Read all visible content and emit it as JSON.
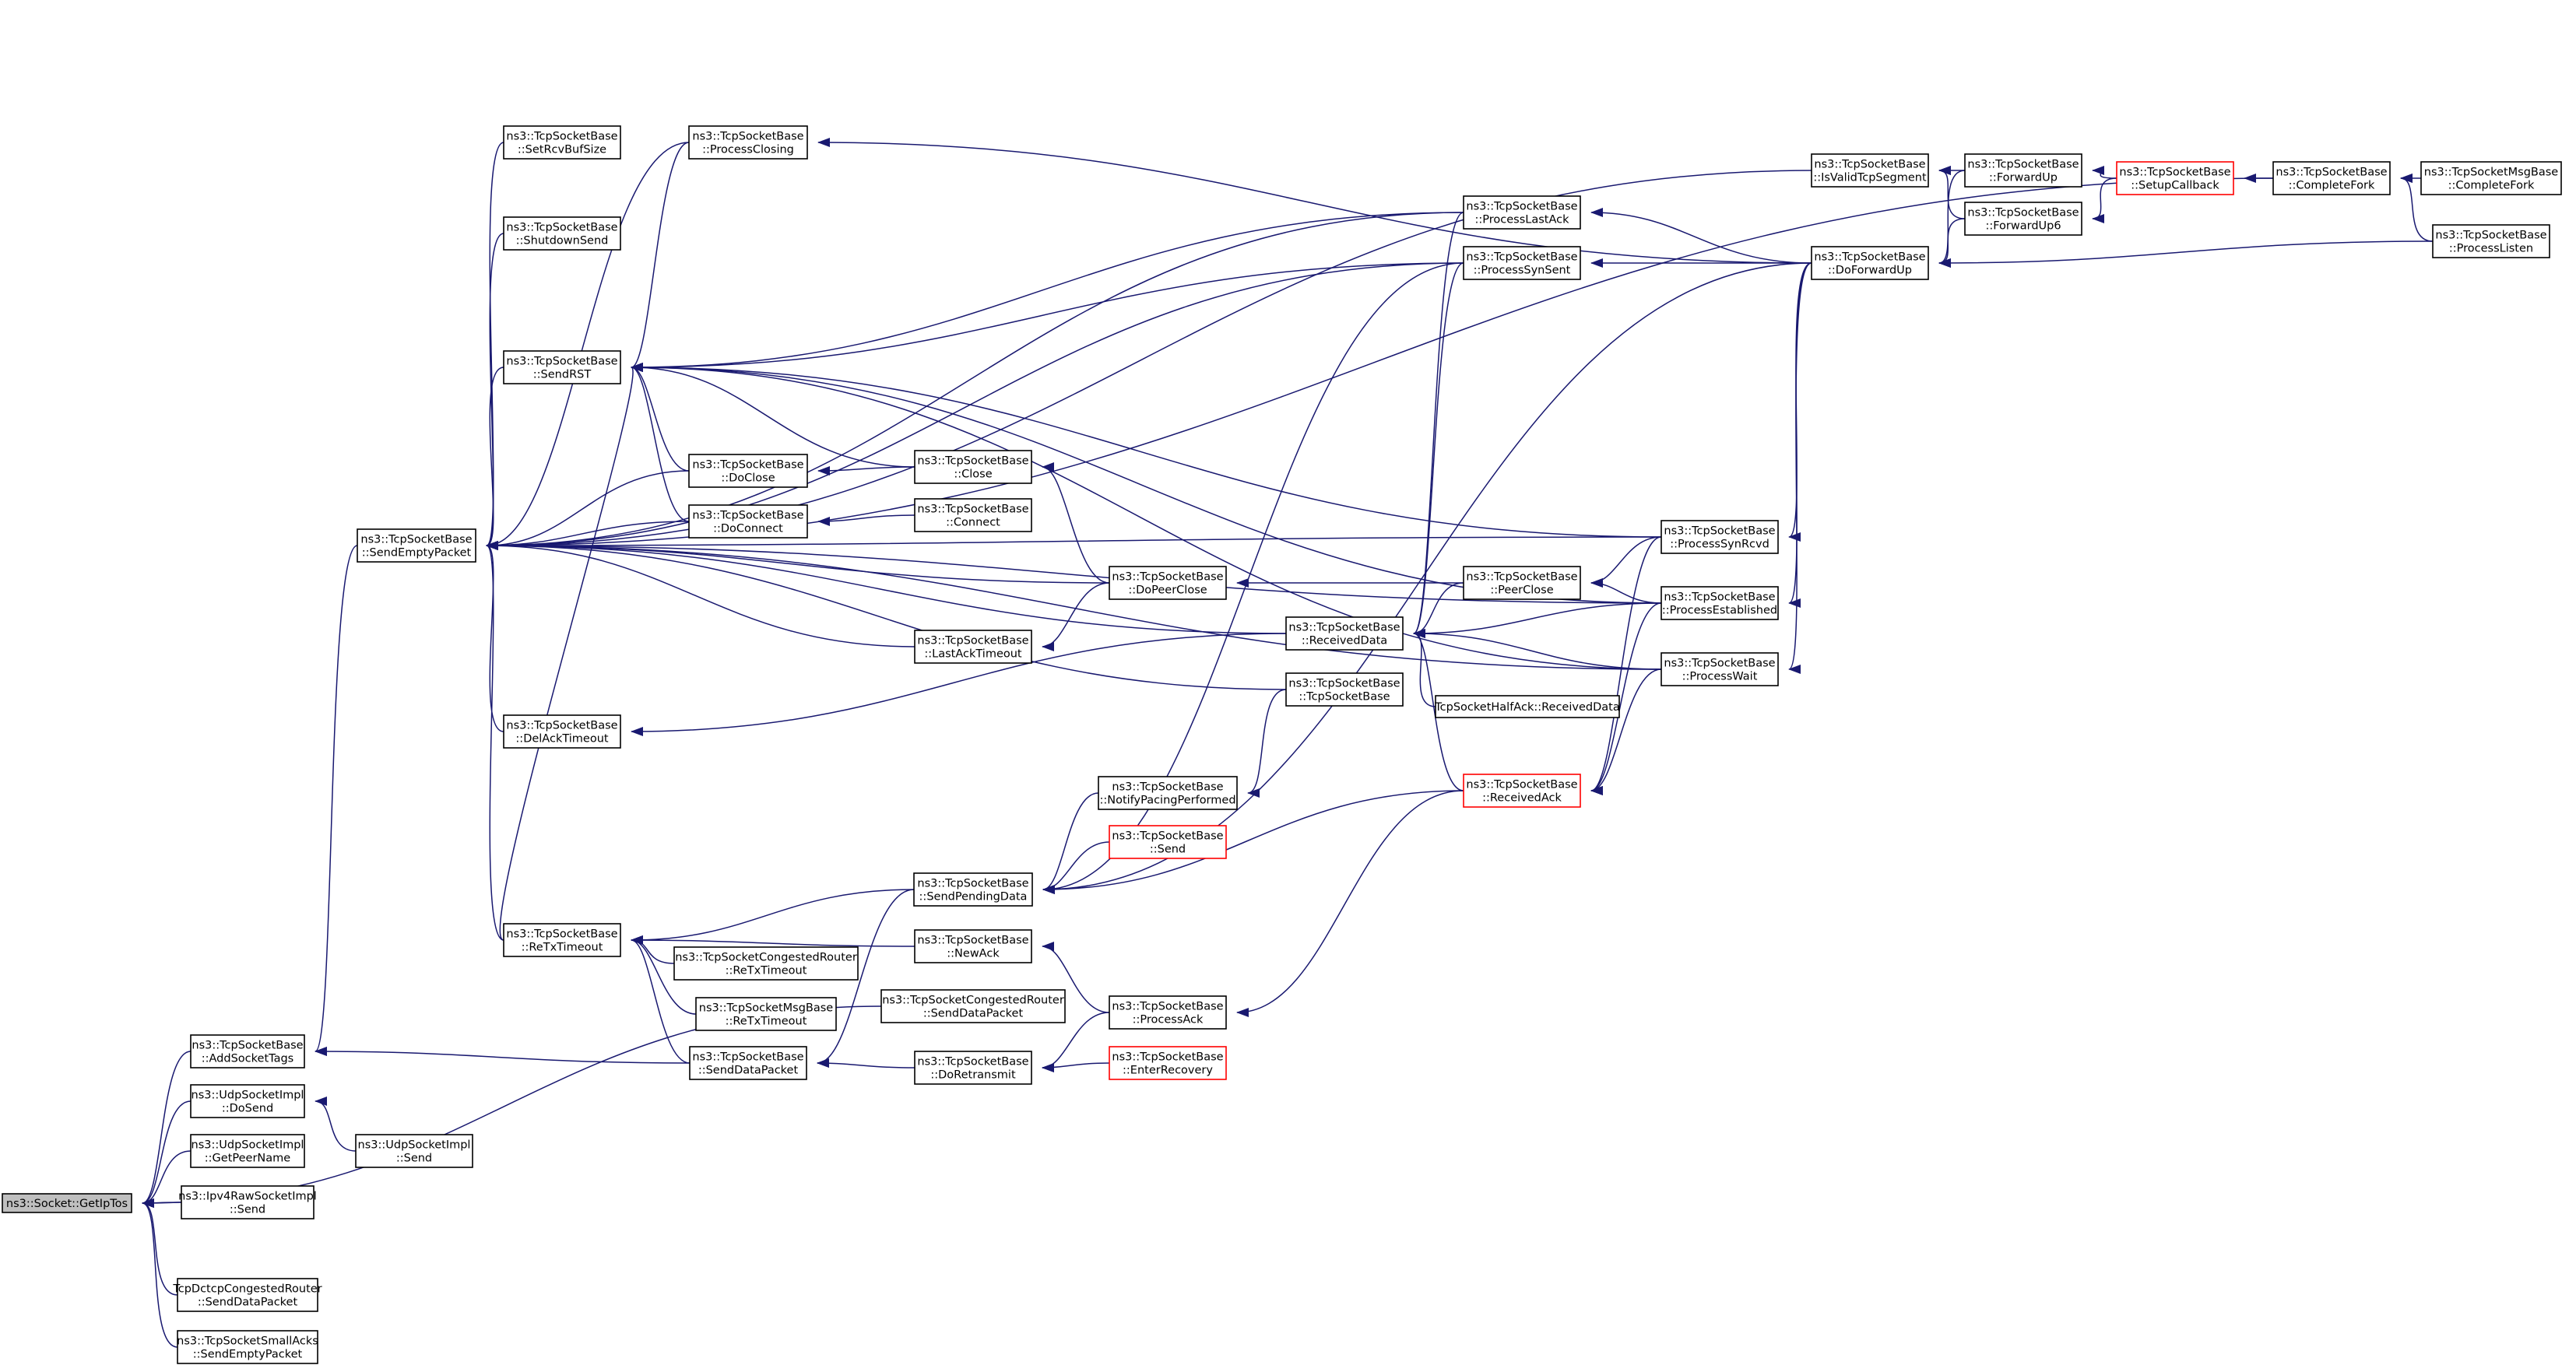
{
  "title": "ns3::Socket::GetIpTos caller graph",
  "colors": {
    "edge": "#191970",
    "root_fill": "#bfbfbf",
    "truncated_border": "#ff0000",
    "node_border": "#000000"
  },
  "nodes": [
    {
      "id": "n1",
      "lines": [
        "ns3::Socket::GetIpTos"
      ],
      "root": true
    },
    {
      "id": "n2",
      "lines": [
        "ns3::TcpSocketBase",
        "::AddSocketTags"
      ]
    },
    {
      "id": "n3",
      "lines": [
        "ns3::UdpSocketImpl",
        "::DoSend"
      ]
    },
    {
      "id": "n4",
      "lines": [
        "ns3::UdpSocketImpl",
        "::GetPeerName"
      ]
    },
    {
      "id": "n5",
      "lines": [
        "ns3::Ipv4RawSocketImpl",
        "::Send"
      ]
    },
    {
      "id": "n6",
      "lines": [
        "TcpDctcpCongestedRouter",
        "::SendDataPacket"
      ]
    },
    {
      "id": "n7",
      "lines": [
        "ns3::TcpSocketSmallAcks",
        "::SendEmptyPacket"
      ]
    },
    {
      "id": "n8",
      "lines": [
        "ns3::TcpSocketBase",
        "::SendEmptyPacket"
      ]
    },
    {
      "id": "n9",
      "lines": [
        "ns3::UdpSocketImpl",
        "::Send"
      ]
    },
    {
      "id": "n10",
      "lines": [
        "ns3::TcpSocketBase",
        "::SetRcvBufSize"
      ]
    },
    {
      "id": "n11",
      "lines": [
        "ns3::TcpSocketBase",
        "::ShutdownSend"
      ]
    },
    {
      "id": "n12",
      "lines": [
        "ns3::TcpSocketBase",
        "::SendRST"
      ]
    },
    {
      "id": "n13",
      "lines": [
        "ns3::TcpSocketBase",
        "::DelAckTimeout"
      ]
    },
    {
      "id": "n14",
      "lines": [
        "ns3::TcpSocketBase",
        "::ReTxTimeout"
      ]
    },
    {
      "id": "n15",
      "lines": [
        "ns3::TcpSocketBase",
        "::ProcessClosing"
      ]
    },
    {
      "id": "n16",
      "lines": [
        "ns3::TcpSocketBase",
        "::DoClose"
      ]
    },
    {
      "id": "n17",
      "lines": [
        "ns3::TcpSocketBase",
        "::DoConnect"
      ]
    },
    {
      "id": "n18",
      "lines": [
        "ns3::TcpSocketCongestedRouter",
        "::ReTxTimeout"
      ]
    },
    {
      "id": "n19",
      "lines": [
        "ns3::TcpSocketMsgBase",
        "::ReTxTimeout"
      ]
    },
    {
      "id": "n20",
      "lines": [
        "ns3::TcpSocketBase",
        "::SendDataPacket"
      ]
    },
    {
      "id": "n21",
      "lines": [
        "ns3::TcpSocketBase",
        "::Close"
      ]
    },
    {
      "id": "n22",
      "lines": [
        "ns3::TcpSocketBase",
        "::Connect"
      ]
    },
    {
      "id": "n23",
      "lines": [
        "ns3::TcpSocketBase",
        "::LastAckTimeout"
      ]
    },
    {
      "id": "n24",
      "lines": [
        "ns3::TcpSocketBase",
        "::SendPendingData"
      ]
    },
    {
      "id": "n25",
      "lines": [
        "ns3::TcpSocketBase",
        "::NewAck"
      ]
    },
    {
      "id": "n26",
      "lines": [
        "ns3::TcpSocketCongestedRouter",
        "::SendDataPacket"
      ]
    },
    {
      "id": "n27",
      "lines": [
        "ns3::TcpSocketBase",
        "::DoRetransmit"
      ]
    },
    {
      "id": "n28",
      "lines": [
        "ns3::TcpSocketBase",
        "::DoPeerClose"
      ]
    },
    {
      "id": "n29",
      "lines": [
        "ns3::TcpSocketBase",
        "::NotifyPacingPerformed"
      ]
    },
    {
      "id": "n30",
      "lines": [
        "ns3::TcpSocketBase",
        "::Send"
      ],
      "truncated": true
    },
    {
      "id": "n31",
      "lines": [
        "ns3::TcpSocketBase",
        "::ProcessAck"
      ]
    },
    {
      "id": "n32",
      "lines": [
        "ns3::TcpSocketBase",
        "::EnterRecovery"
      ],
      "truncated": true
    },
    {
      "id": "n33",
      "lines": [
        "ns3::TcpSocketBase",
        "::ReceivedData"
      ]
    },
    {
      "id": "n34",
      "lines": [
        "ns3::TcpSocketBase",
        "::TcpSocketBase"
      ]
    },
    {
      "id": "n35",
      "lines": [
        "ns3::TcpSocketBase",
        "::ProcessLastAck"
      ]
    },
    {
      "id": "n36",
      "lines": [
        "ns3::TcpSocketBase",
        "::ProcessSynSent"
      ]
    },
    {
      "id": "n37",
      "lines": [
        "ns3::TcpSocketBase",
        "::PeerClose"
      ]
    },
    {
      "id": "n38",
      "lines": [
        "TcpSocketHalfAck::ReceivedData"
      ]
    },
    {
      "id": "n39",
      "lines": [
        "ns3::TcpSocketBase",
        "::ReceivedAck"
      ],
      "truncated": true
    },
    {
      "id": "n40",
      "lines": [
        "ns3::TcpSocketBase",
        "::ProcessSynRcvd"
      ]
    },
    {
      "id": "n41",
      "lines": [
        "ns3::TcpSocketBase",
        "::ProcessEstablished"
      ]
    },
    {
      "id": "n42",
      "lines": [
        "ns3::TcpSocketBase",
        "::ProcessWait"
      ]
    },
    {
      "id": "n43",
      "lines": [
        "ns3::TcpSocketBase",
        "::IsValidTcpSegment"
      ]
    },
    {
      "id": "n44",
      "lines": [
        "ns3::TcpSocketBase",
        "::DoForwardUp"
      ]
    },
    {
      "id": "n45",
      "lines": [
        "ns3::TcpSocketBase",
        "::ForwardUp"
      ]
    },
    {
      "id": "n46",
      "lines": [
        "ns3::TcpSocketBase",
        "::ForwardUp6"
      ]
    },
    {
      "id": "n47",
      "lines": [
        "ns3::TcpSocketBase",
        "::SetupCallback"
      ],
      "truncated": true
    },
    {
      "id": "n48",
      "lines": [
        "ns3::TcpSocketBase",
        "::CompleteFork"
      ]
    },
    {
      "id": "n49",
      "lines": [
        "ns3::TcpSocketMsgBase",
        "::CompleteFork"
      ]
    },
    {
      "id": "n50",
      "lines": [
        "ns3::TcpSocketBase",
        "::ProcessListen"
      ]
    }
  ],
  "edges": [
    [
      "n1",
      "n2"
    ],
    [
      "n1",
      "n3"
    ],
    [
      "n1",
      "n4"
    ],
    [
      "n1",
      "n5"
    ],
    [
      "n1",
      "n6"
    ],
    [
      "n1",
      "n7"
    ],
    [
      "n1",
      "n26"
    ],
    [
      "n2",
      "n8"
    ],
    [
      "n2",
      "n20"
    ],
    [
      "n3",
      "n9"
    ],
    [
      "n8",
      "n10"
    ],
    [
      "n8",
      "n11"
    ],
    [
      "n8",
      "n12"
    ],
    [
      "n8",
      "n13"
    ],
    [
      "n8",
      "n14"
    ],
    [
      "n8",
      "n15"
    ],
    [
      "n8",
      "n16"
    ],
    [
      "n8",
      "n17"
    ],
    [
      "n8",
      "n23"
    ],
    [
      "n8",
      "n28"
    ],
    [
      "n8",
      "n33"
    ],
    [
      "n8",
      "n34"
    ],
    [
      "n8",
      "n35"
    ],
    [
      "n8",
      "n36"
    ],
    [
      "n8",
      "n40"
    ],
    [
      "n8",
      "n41"
    ],
    [
      "n8",
      "n42"
    ],
    [
      "n8",
      "n43"
    ],
    [
      "n8",
      "n48"
    ],
    [
      "n12",
      "n15"
    ],
    [
      "n12",
      "n16"
    ],
    [
      "n12",
      "n17"
    ],
    [
      "n12",
      "n21"
    ],
    [
      "n12",
      "n35"
    ],
    [
      "n12",
      "n36"
    ],
    [
      "n12",
      "n40"
    ],
    [
      "n12",
      "n41"
    ],
    [
      "n12",
      "n42"
    ],
    [
      "n12",
      "n14"
    ],
    [
      "n13",
      "n33"
    ],
    [
      "n14",
      "n18"
    ],
    [
      "n14",
      "n19"
    ],
    [
      "n14",
      "n20"
    ],
    [
      "n14",
      "n24"
    ],
    [
      "n14",
      "n25"
    ],
    [
      "n15",
      "n44"
    ],
    [
      "n16",
      "n21"
    ],
    [
      "n17",
      "n22"
    ],
    [
      "n20",
      "n24"
    ],
    [
      "n20",
      "n27"
    ],
    [
      "n21",
      "n28"
    ],
    [
      "n23",
      "n28"
    ],
    [
      "n24",
      "n29"
    ],
    [
      "n24",
      "n30"
    ],
    [
      "n24",
      "n36"
    ],
    [
      "n24",
      "n39"
    ],
    [
      "n24",
      "n44"
    ],
    [
      "n25",
      "n31"
    ],
    [
      "n27",
      "n31"
    ],
    [
      "n27",
      "n32"
    ],
    [
      "n28",
      "n37"
    ],
    [
      "n29",
      "n34"
    ],
    [
      "n31",
      "n39"
    ],
    [
      "n33",
      "n35"
    ],
    [
      "n33",
      "n36"
    ],
    [
      "n33",
      "n37"
    ],
    [
      "n33",
      "n38"
    ],
    [
      "n33",
      "n39"
    ],
    [
      "n33",
      "n41"
    ],
    [
      "n33",
      "n42"
    ],
    [
      "n35",
      "n44"
    ],
    [
      "n36",
      "n44"
    ],
    [
      "n37",
      "n40"
    ],
    [
      "n37",
      "n41"
    ],
    [
      "n39",
      "n40"
    ],
    [
      "n39",
      "n41"
    ],
    [
      "n39",
      "n42"
    ],
    [
      "n40",
      "n44"
    ],
    [
      "n41",
      "n44"
    ],
    [
      "n42",
      "n44"
    ],
    [
      "n43",
      "n45"
    ],
    [
      "n43",
      "n46"
    ],
    [
      "n44",
      "n45"
    ],
    [
      "n44",
      "n46"
    ],
    [
      "n44",
      "n50"
    ],
    [
      "n45",
      "n47"
    ],
    [
      "n46",
      "n47"
    ],
    [
      "n47",
      "n48"
    ],
    [
      "n48",
      "n49"
    ],
    [
      "n48",
      "n50"
    ]
  ]
}
